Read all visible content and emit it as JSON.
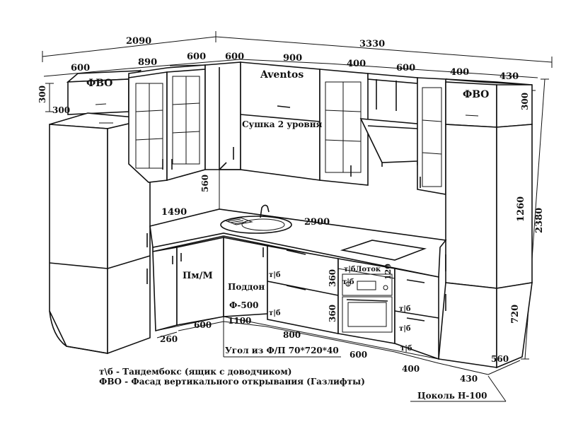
{
  "dimensions": {
    "total_left": "2090",
    "total_back": "3330",
    "d600_left_top": "600",
    "d890": "890",
    "d600_a": "600",
    "d600_b": "600",
    "d900": "900",
    "d400_a": "400",
    "d600_c": "600",
    "d400_b": "400",
    "d430_top": "430",
    "d300_left_v": "300",
    "d300_left_h": "300",
    "d300_right_v": "300",
    "d560_wall": "560",
    "d1490": "1490",
    "d2900": "2900",
    "d1260": "1260",
    "d2380": "2380",
    "d720_right": "720",
    "d560_right": "560",
    "d430_bottom": "430",
    "d360_a": "360",
    "d360_b": "360",
    "d120": "120",
    "d260": "260",
    "d600_base": "600",
    "d1100": "1100",
    "d800": "800",
    "d600_floor": "600",
    "d400_floor": "400"
  },
  "labels": {
    "fvo_left": "ФВО",
    "fvo_right": "ФВО",
    "aventos": "Aventos",
    "dryer": "Сушка 2 уровня",
    "dishwasher": "Пм/М",
    "tray": "Поддон",
    "f500": "Ф-500",
    "tb1": "т|б",
    "tb2": "т|б",
    "tb3": "т|б",
    "tb4": "т|б",
    "tb5": "т|б",
    "tb6": "т|б",
    "lotok": "т|бЛоток",
    "corner": "Угол из Ф/П 70*720*40",
    "plinth": "Цоколь Н-100"
  },
  "legend": {
    "line1": "т\\б - Тандембокс (ящик с доводчиком)",
    "line2": "ФВО - Фасад вертикального открывания (Газлифты)"
  },
  "icons": {
    "sink": "sink-icon",
    "faucet": "faucet-icon",
    "hood": "hood-icon",
    "oven": "oven-icon",
    "cooktop": "cooktop-icon",
    "fridge": "fridge-icon"
  }
}
